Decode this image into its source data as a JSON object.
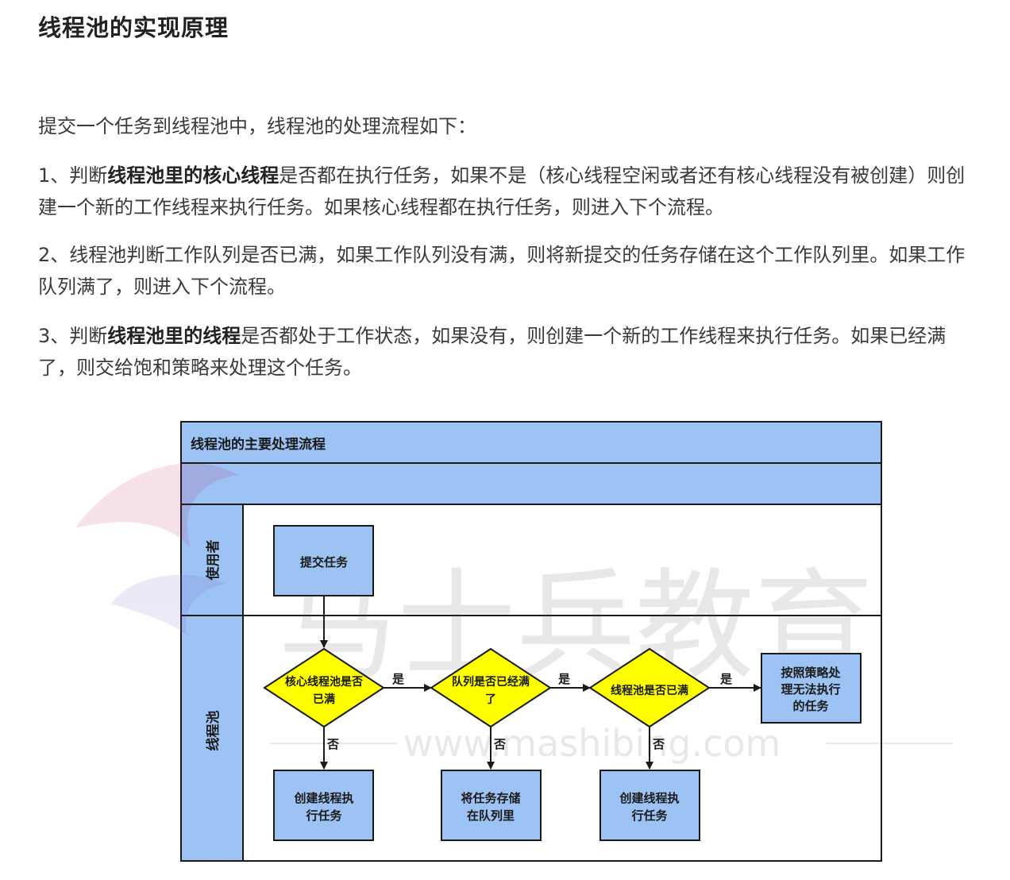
{
  "article": {
    "title": "线程池的实现原理",
    "intro": "提交一个任务到线程池中，线程池的处理流程如下：",
    "steps": [
      {
        "prefix": "1、判断",
        "bold": "线程池里的核心线程",
        "rest": "是否都在执行任务，如果不是（核心线程空闲或者还有核心线程没有被创建）则创建一个新的工作线程来执行任务。如果核心线程都在执行任务，则进入下个流程。"
      },
      {
        "prefix": "",
        "bold": "",
        "rest": "2、线程池判断工作队列是否已满，如果工作队列没有满，则将新提交的任务存储在这个工作队列里。如果工作队列满了，则进入下个流程。"
      },
      {
        "prefix": "3、判断",
        "bold": "线程池里的线程",
        "rest": "是否都处于工作状态，如果没有，则创建一个新的工作线程来执行任务。如果已经满了，则交给饱和策略来处理这个任务。"
      }
    ]
  },
  "diagram": {
    "title": "线程池的主要处理流程",
    "lanes": {
      "user": "使用者",
      "pool": "线程池"
    },
    "nodes": {
      "submit": [
        "提交任务"
      ],
      "d1": [
        "核心线程池是否",
        "已满"
      ],
      "d2": [
        "队列是否已经满",
        "了"
      ],
      "d3": [
        "线程池是否已满"
      ],
      "b1": [
        "创建线程执",
        "行任务"
      ],
      "b2": [
        "将任务存储",
        "在队列里"
      ],
      "b3": [
        "创建线程执",
        "行任务"
      ],
      "policy": [
        "按照策略处",
        "理无法执行",
        "的任务"
      ]
    },
    "edge_labels": {
      "yes": "是",
      "no": "否"
    },
    "colors": {
      "header": "#9cc3f4",
      "box": "#9cc3f4",
      "diamond": "#ffff00",
      "border": "#1a1a1a"
    }
  },
  "watermark": {
    "brand": "马士兵教育",
    "url": "www.mashibing.com"
  }
}
